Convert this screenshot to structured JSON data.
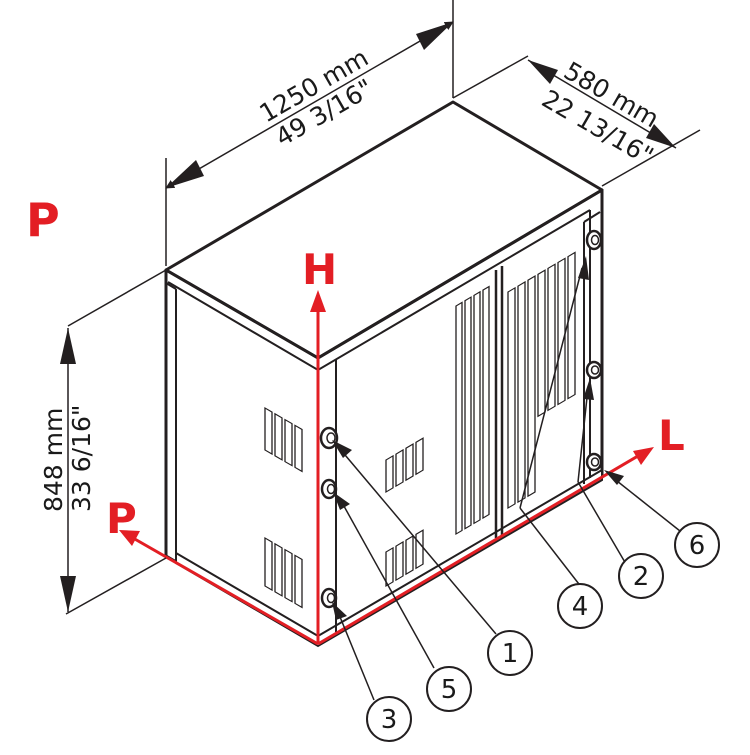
{
  "dimensions": {
    "width_mm": "1250 mm",
    "width_in": "49 3/16\"",
    "depth_mm": "580 mm",
    "depth_in": "22 13/16\"",
    "height_mm": "848 mm",
    "height_in": "33 6/16\""
  },
  "axes": {
    "top_left": "P",
    "height": "H",
    "left": "P",
    "length": "L"
  },
  "callouts": [
    "1",
    "2",
    "3",
    "4",
    "5",
    "6"
  ],
  "colors": {
    "axis_red": "#e31e24",
    "line": "#231f20",
    "grille_line": "#231f20"
  }
}
